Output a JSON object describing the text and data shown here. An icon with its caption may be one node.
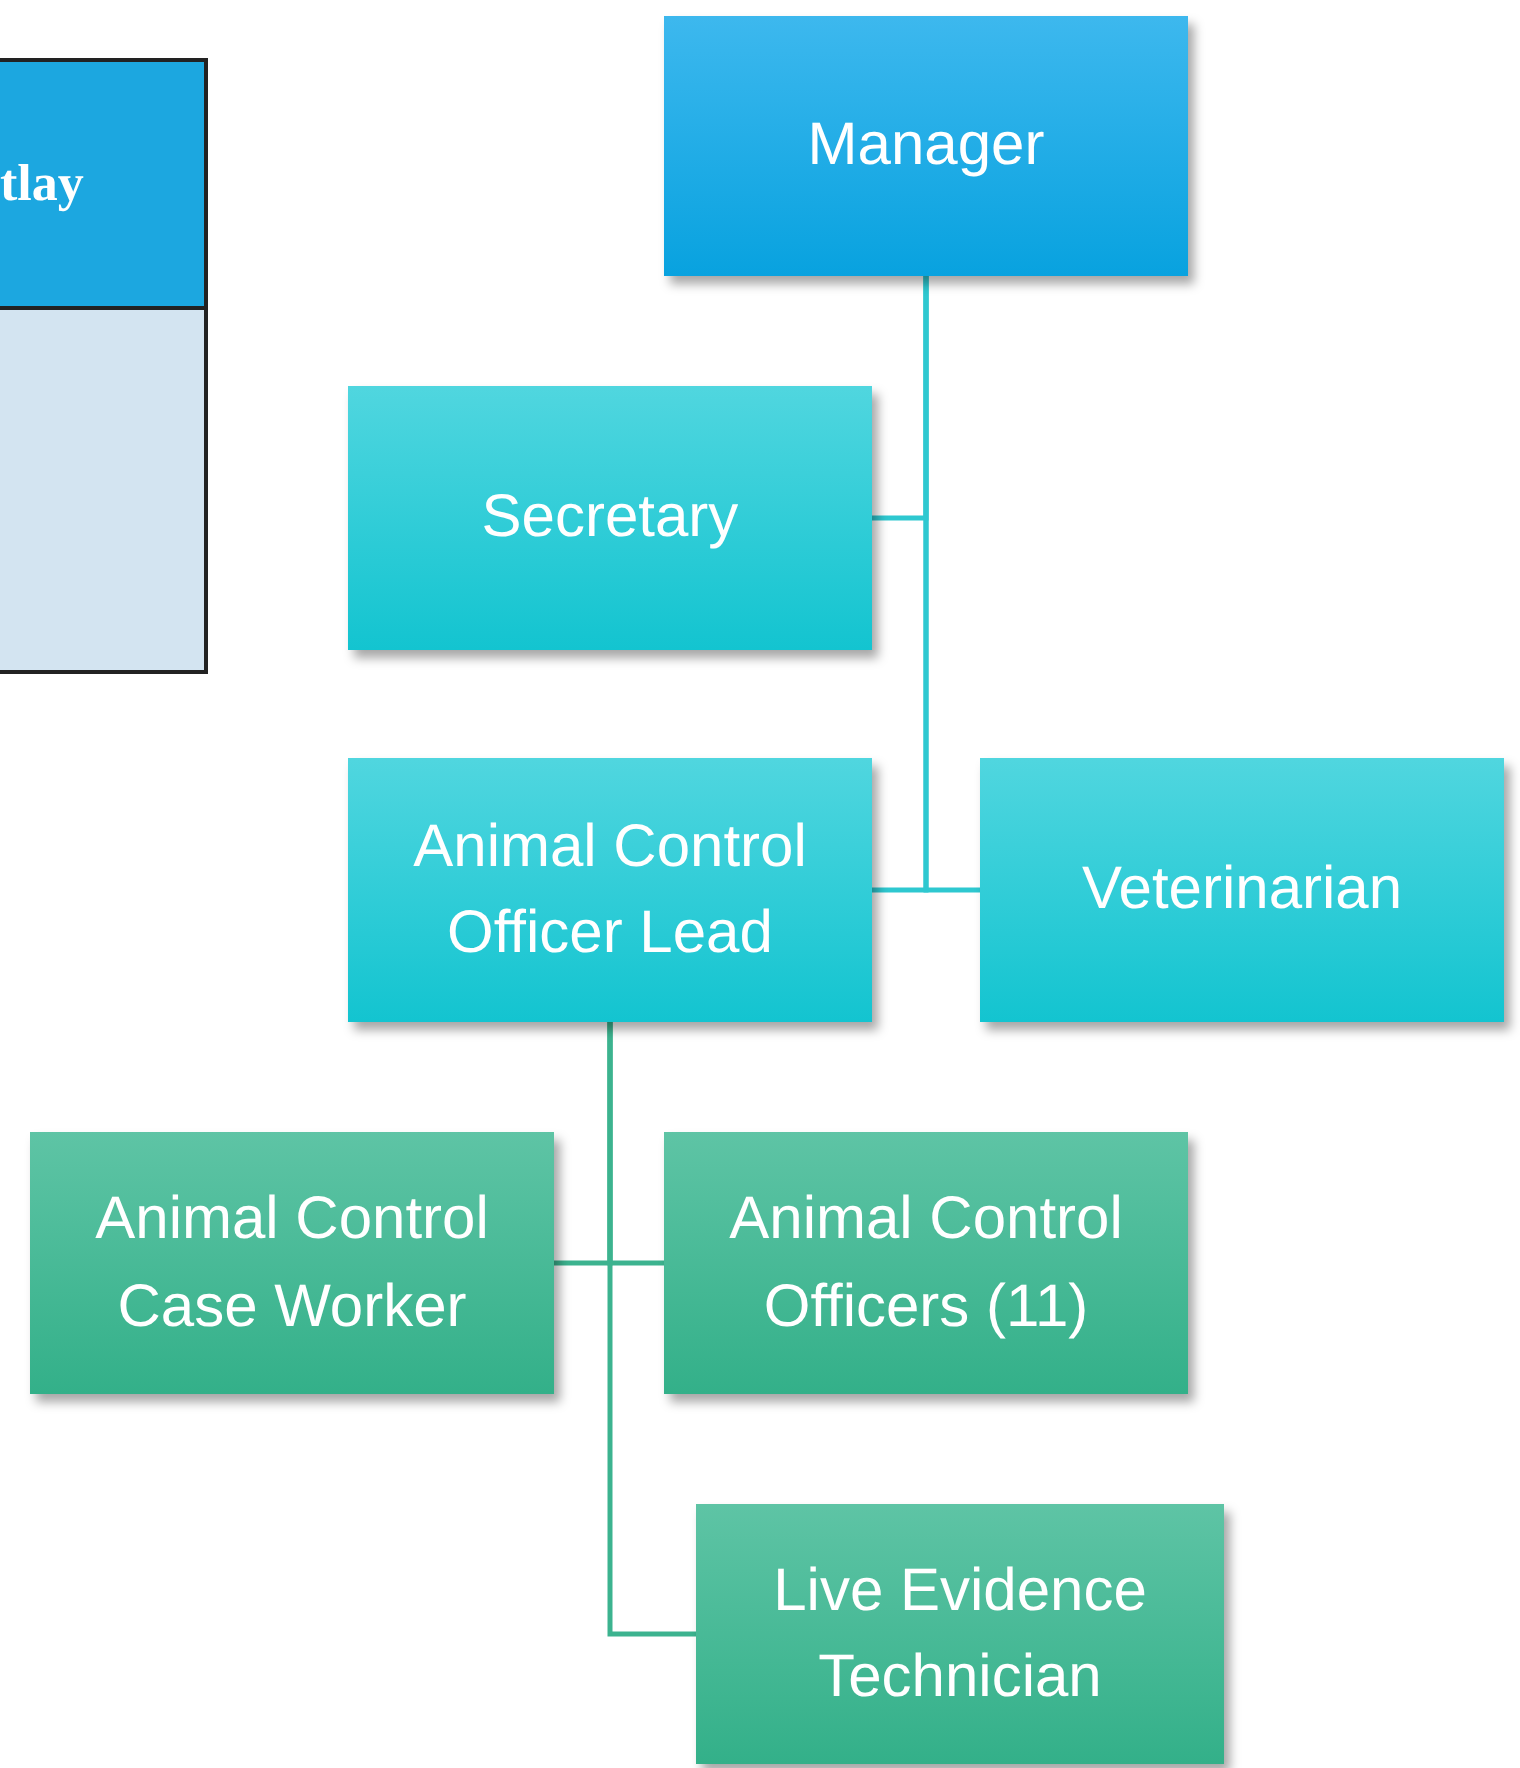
{
  "diagram": {
    "nodes": [
      {
        "text": [
          "Manager"
        ]
      },
      {
        "text": [
          "Secretary"
        ]
      },
      {
        "text": [
          "Animal Control Officer Lead"
        ]
      },
      {
        "text": [
          "Veterinarian"
        ]
      },
      {
        "text": [
          "Animal Control Case Worker"
        ]
      },
      {
        "text": [
          "Animal Control Officers (11)"
        ]
      },
      {
        "text": [
          "Live Evidence Technician"
        ]
      }
    ],
    "edges": [
      {
        "from": 0,
        "to": 1,
        "arrow": "none"
      },
      {
        "from": 0,
        "to": 2,
        "arrow": "none"
      },
      {
        "from": 0,
        "to": 3,
        "arrow": "none"
      },
      {
        "from": 2,
        "to": 4,
        "arrow": "none",
        "color": "#3cb38f"
      },
      {
        "from": 2,
        "to": 5,
        "arrow": "none",
        "color": "#3cb38f"
      },
      {
        "from": 2,
        "to": 6,
        "arrow": "none",
        "color": "#3cb38f"
      }
    ],
    "labels": [
      "tlay"
    ]
  }
}
